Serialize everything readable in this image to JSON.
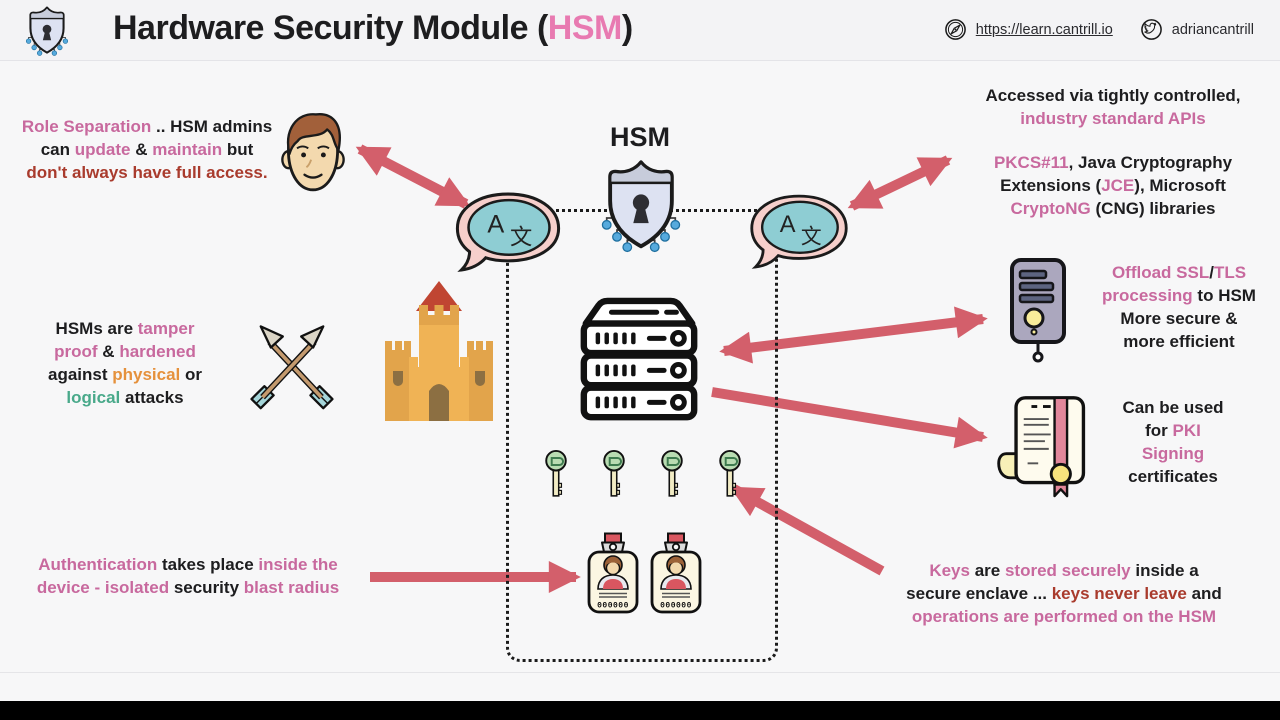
{
  "colors": {
    "ink": "#1d1d1f",
    "pink": "#c8699e",
    "title_pink": "#e87ab1",
    "red": "#a93b2d",
    "orange": "#e5913c",
    "green": "#49a98a",
    "arrow": "#d35f6b",
    "dotted_border": "#1b1b1b",
    "header_bg": "#f3f3f5",
    "page_bg": "#f7f7f8"
  },
  "header": {
    "title": [
      {
        "t": "Hardware Security Module (",
        "c": "ink"
      },
      {
        "t": "HSM",
        "c": "title_pink"
      },
      {
        "t": ")",
        "c": "ink"
      }
    ],
    "site_link": "https://learn.cantrill.io",
    "twitter": "adriancantrill"
  },
  "hsm": {
    "label": "HSM",
    "translate_a": "A",
    "translate_wen": "文",
    "badge_digits": "000000"
  },
  "icons": {
    "logo": "shield-circuit-icon",
    "header_link": "compass-icon",
    "header_twitter": "twitter-bird-icon",
    "admin": "man-face-icon",
    "api_left": "translate-speech-bubble-icon",
    "api_right": "translate-speech-bubble-icon",
    "center": "shield-circuit-icon",
    "tamper": "crossed-arrows-icon",
    "fortress": "castle-icon",
    "hsm_device": "server-rack-icon",
    "client": "computer-tower-icon",
    "certificate": "certificate-scroll-icon",
    "keys": "key-icon",
    "auth": "id-badge-icon"
  },
  "notes": {
    "role_separation": [
      {
        "t": "Role Separation",
        "c": "pink"
      },
      {
        "t": " .. HSM admins\ncan ",
        "c": "ink"
      },
      {
        "t": "update",
        "c": "pink"
      },
      {
        "t": " & ",
        "c": "ink"
      },
      {
        "t": "maintain",
        "c": "pink"
      },
      {
        "t": " but\n",
        "c": "ink"
      },
      {
        "t": "don't always have full access.",
        "c": "red"
      }
    ],
    "api_access": [
      {
        "t": "Accessed via tightly controlled,\n",
        "c": "ink"
      },
      {
        "t": "industry standard APIs",
        "c": "pink"
      }
    ],
    "api_libraries": [
      {
        "t": "PKCS#11",
        "c": "pink"
      },
      {
        "t": ", Java Cryptography\nExtensions (",
        "c": "ink"
      },
      {
        "t": "JCE",
        "c": "pink"
      },
      {
        "t": "), Microsoft\n",
        "c": "ink"
      },
      {
        "t": "CryptoNG",
        "c": "pink"
      },
      {
        "t": " (CNG) libraries",
        "c": "ink"
      }
    ],
    "tamper": [
      {
        "t": "HSMs are ",
        "c": "ink"
      },
      {
        "t": "tamper\nproof",
        "c": "pink"
      },
      {
        "t": " & ",
        "c": "ink"
      },
      {
        "t": "hardened\n",
        "c": "pink"
      },
      {
        "t": "against ",
        "c": "ink"
      },
      {
        "t": "physical",
        "c": "orange"
      },
      {
        "t": " or\n",
        "c": "ink"
      },
      {
        "t": "logical",
        "c": "green"
      },
      {
        "t": " attacks",
        "c": "ink"
      }
    ],
    "offload": [
      {
        "t": "Offload SSL",
        "c": "pink"
      },
      {
        "t": "/",
        "c": "ink"
      },
      {
        "t": "TLS\nprocessing",
        "c": "pink"
      },
      {
        "t": " to HSM\nMore secure &\nmore efficient",
        "c": "ink"
      }
    ],
    "pki": [
      {
        "t": "Can be used\nfor ",
        "c": "ink"
      },
      {
        "t": "PKI\nSigning\n",
        "c": "pink"
      },
      {
        "t": "certificates",
        "c": "ink"
      }
    ],
    "authentication": [
      {
        "t": "Authentication",
        "c": "pink"
      },
      {
        "t": " takes place ",
        "c": "ink"
      },
      {
        "t": "inside the\ndevice - isolated",
        "c": "pink"
      },
      {
        "t": " security ",
        "c": "ink"
      },
      {
        "t": "blast radius",
        "c": "pink"
      }
    ],
    "keys_note": [
      {
        "t": "Keys",
        "c": "pink"
      },
      {
        "t": " are ",
        "c": "ink"
      },
      {
        "t": "stored securely",
        "c": "pink"
      },
      {
        "t": " inside a\nsecure enclave ... ",
        "c": "ink"
      },
      {
        "t": "keys never leave",
        "c": "red"
      },
      {
        "t": " and\n",
        "c": "ink"
      },
      {
        "t": "operations are performed on the HSM",
        "c": "pink"
      }
    ]
  }
}
